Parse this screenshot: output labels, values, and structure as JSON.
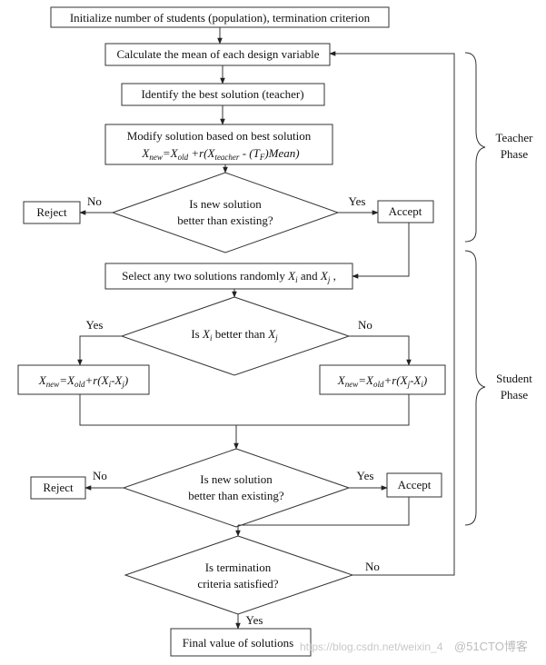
{
  "boxes": {
    "init": "Initialize number of students (population), termination criterion",
    "mean": "Calculate the mean of each design variable",
    "teacher": "Identify the best solution (teacher)",
    "modify_line1": "Modify solution based on best solution",
    "modify_formula": "Xnew=Xold+r(Xteacher-(TF)Mean)",
    "select": "Select any two solutions randomly Xi and Xj ,",
    "left_update": "Xnew=Xold+r(Xi-Xj)",
    "right_update": "Xnew=Xold+r(Xj-Xi)",
    "final": "Final value of solutions"
  },
  "decisions": {
    "d1_line1": "Is new solution",
    "d1_line2": "better than existing?",
    "d2_line1": "Is Xi better than Xj",
    "d3_line1": "Is new solution",
    "d3_line2": "better than existing?",
    "d4_line1": "Is termination",
    "d4_line2": "criteria satisfied?"
  },
  "outcomes": {
    "reject1": "Reject",
    "accept1": "Accept",
    "reject2": "Reject",
    "accept2": "Accept"
  },
  "edge_labels": {
    "no": "No",
    "yes": "Yes"
  },
  "phases": {
    "teacher_line1": "Teacher",
    "teacher_line2": "Phase",
    "student_line1": "Student",
    "student_line2": "Phase"
  },
  "watermark": {
    "url": "https://blog.csdn.net/weixin_4",
    "brand": "@51CTO博客"
  }
}
